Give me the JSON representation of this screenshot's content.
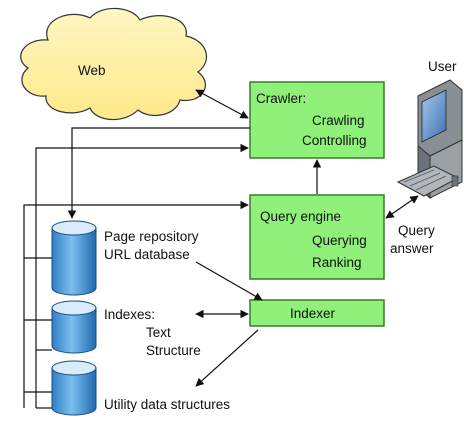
{
  "web": {
    "label": "Web"
  },
  "user": {
    "label": "User"
  },
  "crawler": {
    "title": "Crawler:",
    "line1": "Crawling",
    "line2": "Controlling"
  },
  "query_engine": {
    "title": "Query engine",
    "line1": "Querying",
    "line2": "Ranking"
  },
  "indexer": {
    "title": "Indexer"
  },
  "query_labels": {
    "query": "Query",
    "answer": "answer"
  },
  "stores": {
    "page_repository": {
      "line1": "Page repository",
      "line2": "URL database"
    },
    "indexes": {
      "line1": "Indexes:",
      "line2": "Text",
      "line3": "Structure"
    },
    "utility": {
      "line1": "Utility data structures"
    }
  },
  "colors": {
    "box_fill": "#8ff07a",
    "box_stroke": "#3a7a2c",
    "cloud_fill": "#fff2a8",
    "cylinder_top": "#d8ecfa",
    "cylinder_body": "#5aa6e0"
  }
}
